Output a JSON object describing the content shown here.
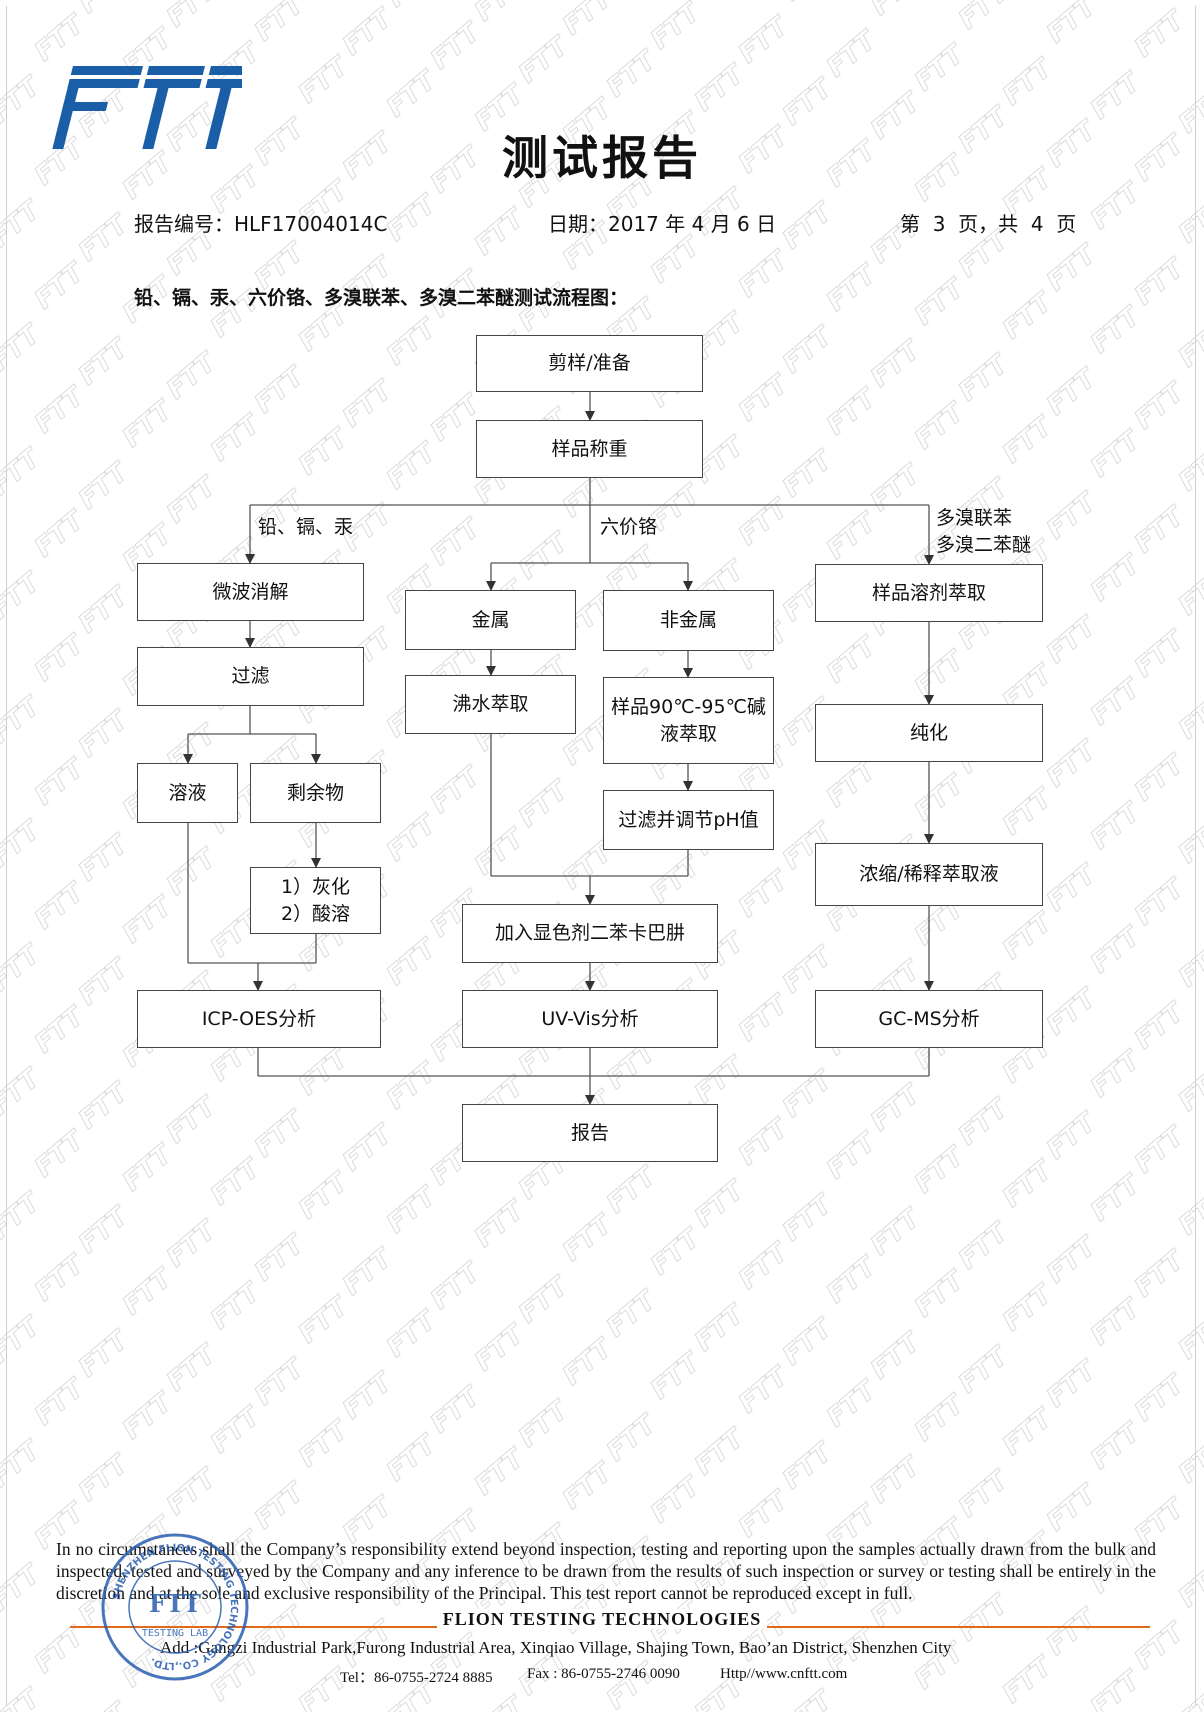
{
  "brand": {
    "logo_text": "FTT",
    "logo_color": "#1b5ea8",
    "watermark_text": "FTT"
  },
  "header": {
    "title": "测试报告",
    "report_no": "报告编号：HLF17004014C",
    "date": "日期：2017 年 4 月 6 日",
    "page": "第  3  页，共  4  页"
  },
  "flow": {
    "title": "铅、镉、汞、六价铬、多溴联苯、多溴二苯醚测试流程图：",
    "boxes": {
      "cut_prep": "剪样/准备",
      "weigh": "样品称重",
      "microwave": "微波消解",
      "filter": "过滤",
      "solution": "溶液",
      "residue": "剩余物",
      "ash_1": "1）灰化",
      "ash_2": "2）酸溶",
      "icp": "ICP-OES分析",
      "metal": "金属",
      "nonmetal": "非金属",
      "boil": "沸水萃取",
      "alkali_1": "样品90℃-95℃碱",
      "alkali_2": "液萃取",
      "ph": "过滤并调节pH值",
      "color": "加入显色剂二苯卡巴肼",
      "uv": "UV-Vis分析",
      "solvent": "样品溶剂萃取",
      "purify": "纯化",
      "concentrate": "浓缩/稀释萃取液",
      "gcms": "GC-MS分析",
      "report": "报告"
    },
    "branch_labels": {
      "heavy_metals": "铅、镉、汞",
      "chromium": "六价铬",
      "pbb": "多溴联苯",
      "pbde": "多溴二苯醚"
    }
  },
  "footer": {
    "disclaimer": "In no circumstances shall the Company’s responsibility extend beyond inspection, testing and reporting upon the samples actually drawn from the bulk and inspected, tested and surveyed by the Company and any inference to be drawn from the results of such inspection or survey or testing shall be entirely in the discretion and at the sole and exclusive responsibility of the Principal. This test report cannot be reproduced except in full.",
    "company": "FLION TESTING TECHNOLOGIES",
    "address": "Add :Gangzi Industrial Park,Furong Industrial Area, Xinqiao Village, Shajing Town, Bao’an District, Shenzhen City",
    "tel": "Tel：86-0755-2724 8885",
    "fax": "Fax : 86-0755-2746 0090",
    "web": "Http//www.cnftt.com",
    "accent_color": "#e06a1a"
  },
  "seal": {
    "ring_text": "SHENZHEN FLION TESTING TECHNOLOGY CO.,LTD.",
    "center_text": "FTT",
    "bottom_text": "TESTING LAB",
    "color": "#2a5fb0"
  }
}
